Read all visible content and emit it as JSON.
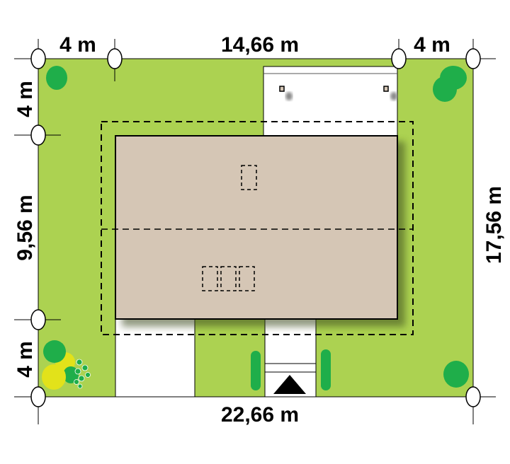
{
  "dimensions": {
    "top_left": "4 m",
    "top_middle": "14,66 m",
    "top_right": "4 m",
    "left_top": "4 m",
    "left_middle": "9,56 m",
    "left_bottom": "4 m",
    "right": "17,56 m",
    "bottom": "22,66 m"
  },
  "colors": {
    "lawn": "#acd251",
    "building": "#d5c6b5",
    "tree": "#1fae4a",
    "shrub_yellow": "#e2e21a",
    "paving": "#ffffff"
  }
}
